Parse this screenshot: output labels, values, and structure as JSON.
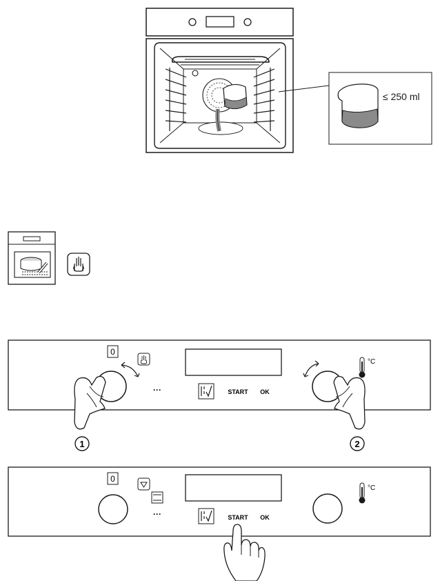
{
  "figure1": {
    "volume_label": "≤ 250 ml"
  },
  "panel1": {
    "left_knob_zero": "0",
    "dots": "···",
    "start_label": "START",
    "ok_label": "OK",
    "temp_unit": "°C",
    "step1": "1",
    "step2": "2"
  },
  "panel2": {
    "left_knob_zero": "0",
    "dots": "···",
    "start_label": "START",
    "ok_label": "OK",
    "temp_unit": "°C"
  },
  "colors": {
    "line": "#1a1a1a",
    "water": "#8a8a8a",
    "shade": "#d9d9d9"
  }
}
